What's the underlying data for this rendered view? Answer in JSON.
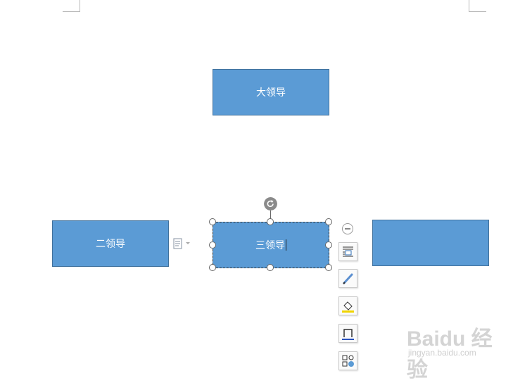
{
  "org_chart": {
    "top_box": {
      "label": "大领导"
    },
    "left_box": {
      "label": "二领导"
    },
    "selected_box": {
      "label": "三领导"
    },
    "right_box": {
      "label": ""
    }
  },
  "colors": {
    "shape_fill": "#5b9bd5",
    "shape_border": "#41719c"
  },
  "side_toolbar": {
    "items": [
      "collapse-icon",
      "layout-icon",
      "pen-icon",
      "fill-bucket-icon",
      "outline-icon",
      "shape-style-icon"
    ]
  },
  "watermark": {
    "logo": "Baidu 经验",
    "url": "jingyan.baidu.com"
  }
}
